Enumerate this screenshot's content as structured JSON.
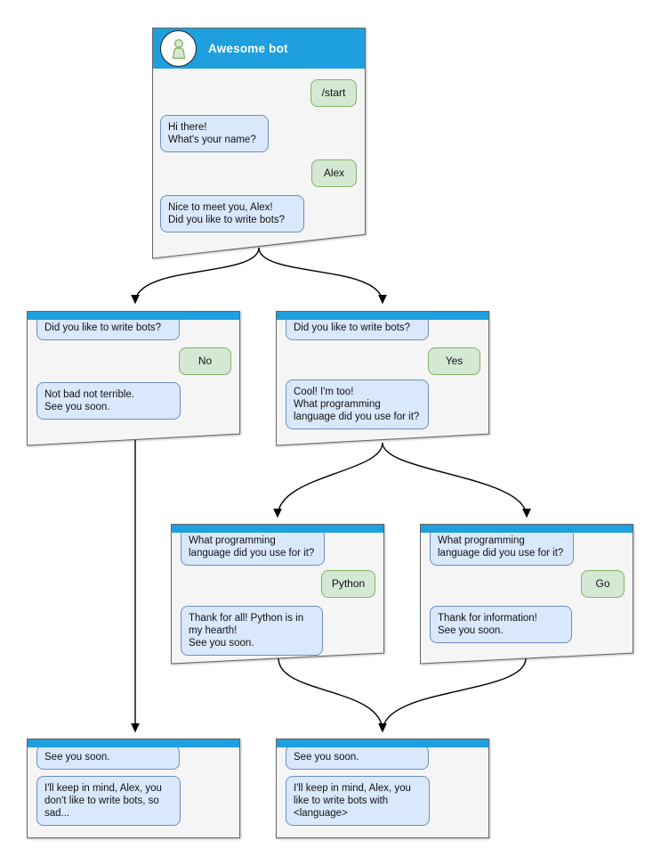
{
  "theme": {
    "header_blue": "#1e9fde",
    "window_fill": "#f5f5f5",
    "window_border": "#666666",
    "bot_bubble_fill": "#dae8fc",
    "bot_bubble_border": "#6c8ebf",
    "user_bubble_fill": "#d5e8d4",
    "user_bubble_border": "#82b366",
    "arrow_color": "#000000"
  },
  "header": {
    "title": "Awesome bot",
    "avatar_icon": "person"
  },
  "windows": [
    {
      "id": "start",
      "messages": [
        {
          "from": "user",
          "text": "/start"
        },
        {
          "from": "bot",
          "text": "Hi there!\nWhat's your name?"
        },
        {
          "from": "user",
          "text": "Alex"
        },
        {
          "from": "bot",
          "text": "Nice to meet you, Alex!\nDid you like to write bots?"
        }
      ]
    },
    {
      "id": "branch-no",
      "messages": [
        {
          "from": "bot",
          "text": "Did you like to write bots?"
        },
        {
          "from": "user",
          "text": "No"
        },
        {
          "from": "bot",
          "text": "Not bad not terrible.\nSee you soon."
        }
      ]
    },
    {
      "id": "branch-yes",
      "messages": [
        {
          "from": "bot",
          "text": "Did you like to write bots?"
        },
        {
          "from": "user",
          "text": "Yes"
        },
        {
          "from": "bot",
          "text": "Cool! I'm too!\nWhat programming\nlanguage did you use for it?"
        }
      ]
    },
    {
      "id": "branch-python",
      "messages": [
        {
          "from": "bot",
          "text": "What programming\nlanguage did you use for it?"
        },
        {
          "from": "user",
          "text": "Python"
        },
        {
          "from": "bot",
          "text": "Thank for all! Python is in\nmy hearth!\nSee you soon."
        }
      ]
    },
    {
      "id": "branch-go",
      "messages": [
        {
          "from": "bot",
          "text": "What programming\nlanguage did you use for it?"
        },
        {
          "from": "user",
          "text": "Go"
        },
        {
          "from": "bot",
          "text": "Thank for information!\nSee you soon."
        }
      ]
    },
    {
      "id": "end-no",
      "messages": [
        {
          "from": "bot",
          "text": "See you soon."
        },
        {
          "from": "bot",
          "text": "I'll keep in mind, Alex, you\ndon't like to write bots, so\nsad..."
        }
      ]
    },
    {
      "id": "end-yes",
      "messages": [
        {
          "from": "bot",
          "text": "See you soon."
        },
        {
          "from": "bot",
          "text": "I'll keep in mind, Alex, you\nlike to write bots with\n<language>"
        }
      ]
    }
  ]
}
